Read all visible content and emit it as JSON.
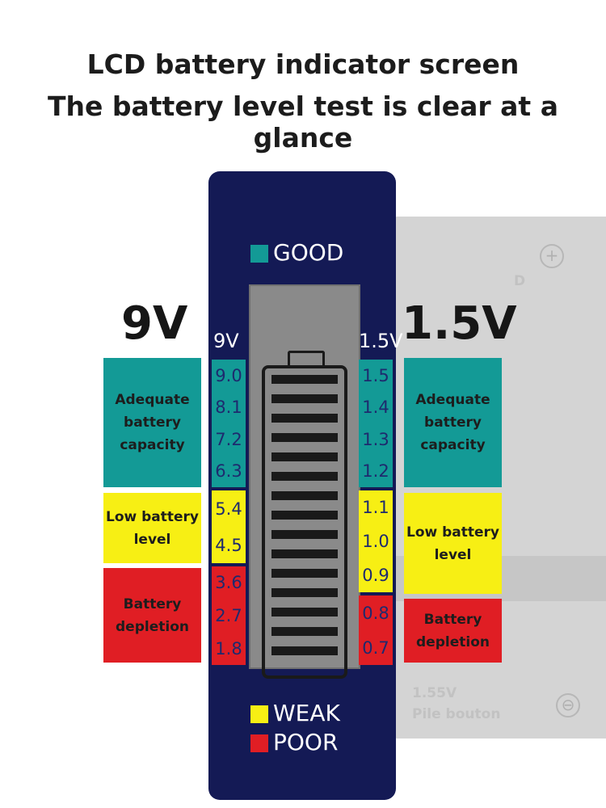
{
  "headline": {
    "line1": "LCD battery indicator screen",
    "line2": "The battery level test is clear at a glance"
  },
  "tester": {
    "faint_line1": "1.55V",
    "faint_line2": "Pile bouton",
    "screw_symbol_top": "+",
    "screw_symbol_bottom": "⊖",
    "letter_d": "D"
  },
  "panel": {
    "legend": {
      "good": "GOOD",
      "weak": "WEAK",
      "poor": "POOR"
    },
    "left_header": "9V",
    "right_header": "1.5V",
    "battery_segments": 15
  },
  "big_labels": {
    "left": "9V",
    "right": "1.5V"
  },
  "colors": {
    "teal": "#139a96",
    "yellow": "#f7ef14",
    "red": "#e01e24",
    "panel_bg": "#141a55"
  },
  "scale_9v": {
    "good": [
      "9.0",
      "8.1",
      "7.2",
      "6.3"
    ],
    "weak": [
      "5.4",
      "4.5"
    ],
    "poor": [
      "3.6",
      "2.7",
      "1.8"
    ]
  },
  "scale_15v": {
    "good": [
      "1.5",
      "1.4",
      "1.3",
      "1.2"
    ],
    "weak": [
      "1.1",
      "1.0",
      "0.9"
    ],
    "poor": [
      "0.8",
      "0.7"
    ]
  },
  "side_labels": {
    "left_good": "Adequate battery capacity",
    "left_weak": "Low battery level",
    "left_poor": "Battery depletion",
    "right_good": "Adequate battery capacity",
    "right_weak": "Low battery level",
    "right_poor": "Battery depletion"
  }
}
